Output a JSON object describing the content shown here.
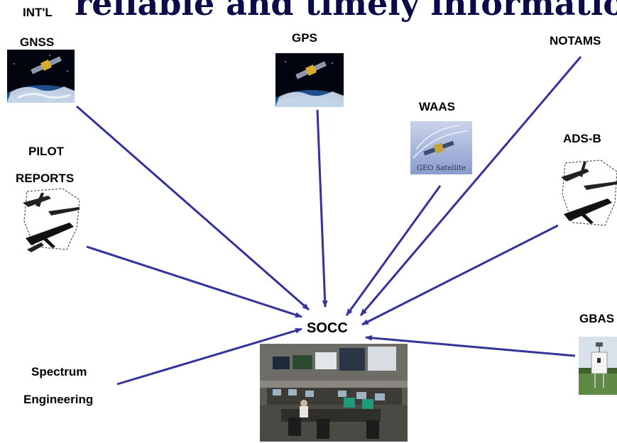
{
  "slide": {
    "title_fragment": "reliable and timely information as to",
    "center_label": "SOCC",
    "labels": {
      "intl": "INT'L",
      "gnss": "GNSS",
      "gps": "GPS",
      "notams": "NOTAMS",
      "waas": "WAAS",
      "adsb": "ADS-B",
      "pilot": "PILOT",
      "reports": "REPORTS",
      "gbas": "GBAS",
      "spectrum": "Spectrum",
      "engineering": "Engineering"
    },
    "geo_caption": "GEO Satellite"
  },
  "colors": {
    "arrow": "#33339a",
    "title": "#0b0b4a"
  },
  "icons": [
    "satellite-earth-image",
    "geo-satellite-image",
    "aircraft-map-image",
    "control-room-photo",
    "gbas-station-photo"
  ]
}
